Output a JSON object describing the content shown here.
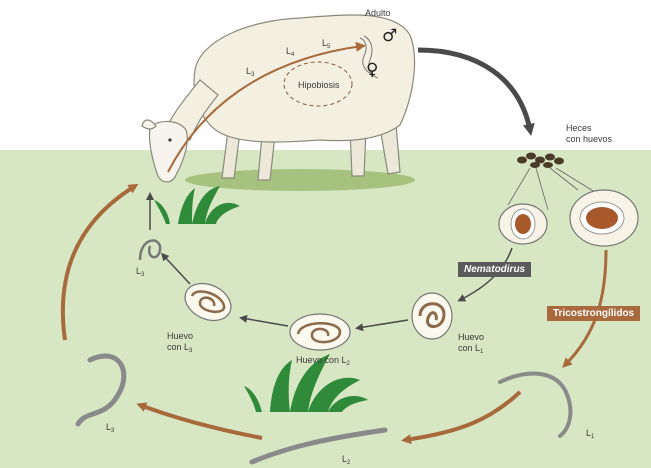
{
  "labels": {
    "adulto": "Adulto",
    "hipobiosis": "Hipobiosis",
    "heces_line1": "Heces",
    "heces_line2": "con huevos",
    "nematodirus": "Nematodirus",
    "tricostrongilidos": "Tricostrongílidos",
    "huevo_l3_line1": "Huevo",
    "huevo_l3_line2": "con L",
    "huevo_l3_sub": "3",
    "huevo_l2": "Huevo con L",
    "huevo_l2_sub": "2",
    "huevo_l1_line1": "Huevo",
    "huevo_l1_line2": "con L",
    "huevo_l1_sub": "1",
    "stage_letter": "L",
    "sub_1": "1",
    "sub_2": "2",
    "sub_3": "3",
    "sub_4": "4",
    "sub_5": "5",
    "male_symbol": "♂",
    "female_symbol": "♀"
  },
  "colors": {
    "ground": "#d7e6c3",
    "arrow_brown": "#a8693c",
    "arrow_dark": "#4a4a4a",
    "nematodirus_tag": "#5a5a5a",
    "tricostrongilidos_tag": "#a8693c",
    "wool": "#f3f0e2",
    "shadow": "#a7c27f",
    "grass": "#2f8a3a",
    "egg_morula": "#a8592b"
  },
  "icons": [
    "sheep",
    "dung-pile",
    "egg-magnifier",
    "larva",
    "grass-tuft",
    "cycle-arrow"
  ]
}
